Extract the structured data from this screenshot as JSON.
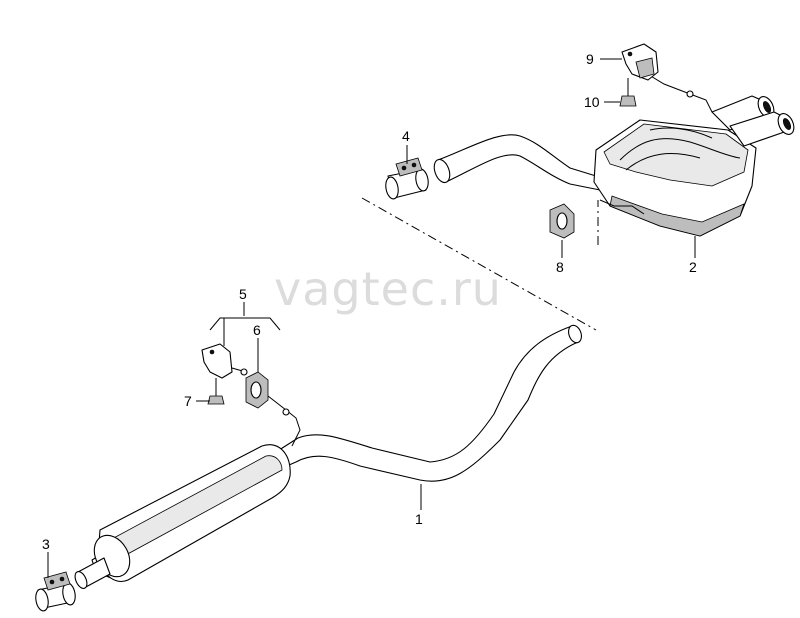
{
  "watermark": "vagtec.ru",
  "callouts": [
    {
      "id": "1",
      "label": "1"
    },
    {
      "id": "2",
      "label": "2"
    },
    {
      "id": "3",
      "label": "3"
    },
    {
      "id": "4",
      "label": "4"
    },
    {
      "id": "5",
      "label": "5"
    },
    {
      "id": "6",
      "label": "6"
    },
    {
      "id": "7",
      "label": "7"
    },
    {
      "id": "8",
      "label": "8"
    },
    {
      "id": "9",
      "label": "9"
    },
    {
      "id": "10",
      "label": "10"
    }
  ],
  "icons": {
    "front-exhaust-pipe": "front-pipe-with-center-muffler-icon",
    "rear-silencer": "rear-silencer-with-twin-tips-icon",
    "clamp": "pipe-clamp-icon",
    "bracket": "hanger-bracket-icon",
    "rubber-mount": "rubber-mount-icon",
    "bolt": "bolt-icon"
  }
}
